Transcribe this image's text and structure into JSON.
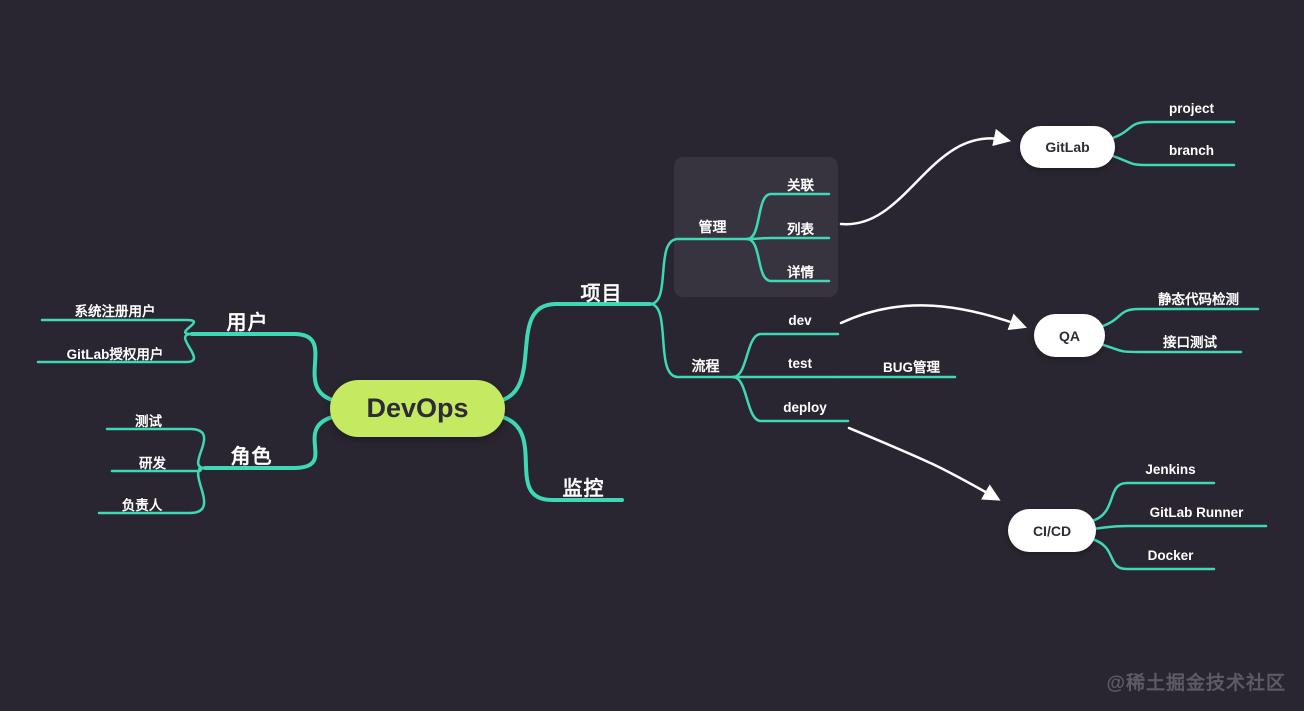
{
  "colors": {
    "background": "#292631",
    "branch": "#3fd8b4",
    "root_fill": "#c5e961",
    "node_text": "#2d2b36",
    "node_fill": "#ffffff",
    "label_text": "#ffffff",
    "group_box": "#37343f",
    "arrow": "#ffffff",
    "watermark": "#5d5a66"
  },
  "mindmap": {
    "root": {
      "label": "DevOps"
    },
    "left": [
      {
        "label": "用户",
        "children": [
          {
            "label": "系统注册用户"
          },
          {
            "label": "GitLab授权用户"
          }
        ]
      },
      {
        "label": "角色",
        "children": [
          {
            "label": "测试"
          },
          {
            "label": "研发"
          },
          {
            "label": "负责人"
          }
        ]
      }
    ],
    "right": [
      {
        "label": "项目",
        "children": [
          {
            "label": "管理",
            "grouped": true,
            "children": [
              {
                "label": "关联"
              },
              {
                "label": "列表"
              },
              {
                "label": "详情"
              }
            ]
          },
          {
            "label": "流程",
            "children": [
              {
                "label": "dev"
              },
              {
                "label": "test",
                "children": [
                  {
                    "label": "BUG管理"
                  }
                ]
              },
              {
                "label": "deploy"
              }
            ]
          }
        ]
      },
      {
        "label": "监控",
        "children": []
      }
    ],
    "floating": [
      {
        "label": "GitLab",
        "shape": "pill",
        "children": [
          {
            "label": "project"
          },
          {
            "label": "branch"
          }
        ]
      },
      {
        "label": "QA",
        "shape": "pill",
        "children": [
          {
            "label": "静态代码检测"
          },
          {
            "label": "接口测试"
          }
        ]
      },
      {
        "label": "CI/CD",
        "shape": "pill",
        "children": [
          {
            "label": "Jenkins"
          },
          {
            "label": "GitLab Runner"
          },
          {
            "label": "Docker"
          }
        ]
      }
    ],
    "relations": [
      {
        "from": "管理",
        "to": "GitLab"
      },
      {
        "from": "dev",
        "to": "QA"
      },
      {
        "from": "deploy",
        "to": "CI/CD"
      }
    ]
  },
  "watermark": "@稀土掘金技术社区"
}
